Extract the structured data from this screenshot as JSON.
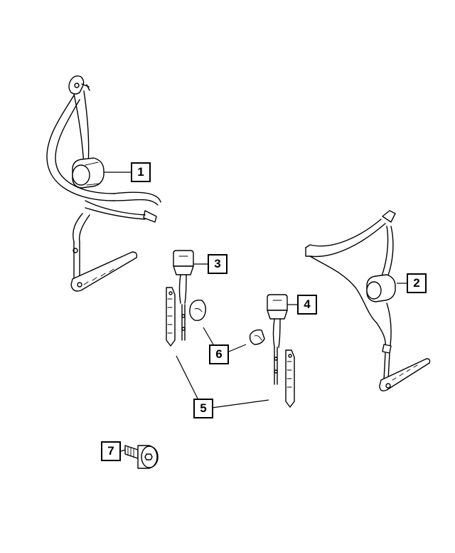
{
  "callouts": [
    {
      "id": "1",
      "label": "1"
    },
    {
      "id": "2",
      "label": "2"
    },
    {
      "id": "3",
      "label": "3"
    },
    {
      "id": "4",
      "label": "4"
    },
    {
      "id": "5",
      "label": "5"
    },
    {
      "id": "6",
      "label": "6"
    },
    {
      "id": "7",
      "label": "7"
    }
  ],
  "parts": [
    {
      "callout": "1",
      "name": "left-outboard-seat-belt-retractor-icon"
    },
    {
      "callout": "2",
      "name": "right-outboard-seat-belt-retractor-icon"
    },
    {
      "callout": "3",
      "name": "left-buckle-assembly-icon"
    },
    {
      "callout": "4",
      "name": "right-buckle-assembly-icon"
    },
    {
      "callout": "5",
      "name": "buckle-anchor-bracket-icon"
    },
    {
      "callout": "6",
      "name": "buckle-cover-clip-icon"
    },
    {
      "callout": "7",
      "name": "anchor-bolt-icon"
    }
  ]
}
